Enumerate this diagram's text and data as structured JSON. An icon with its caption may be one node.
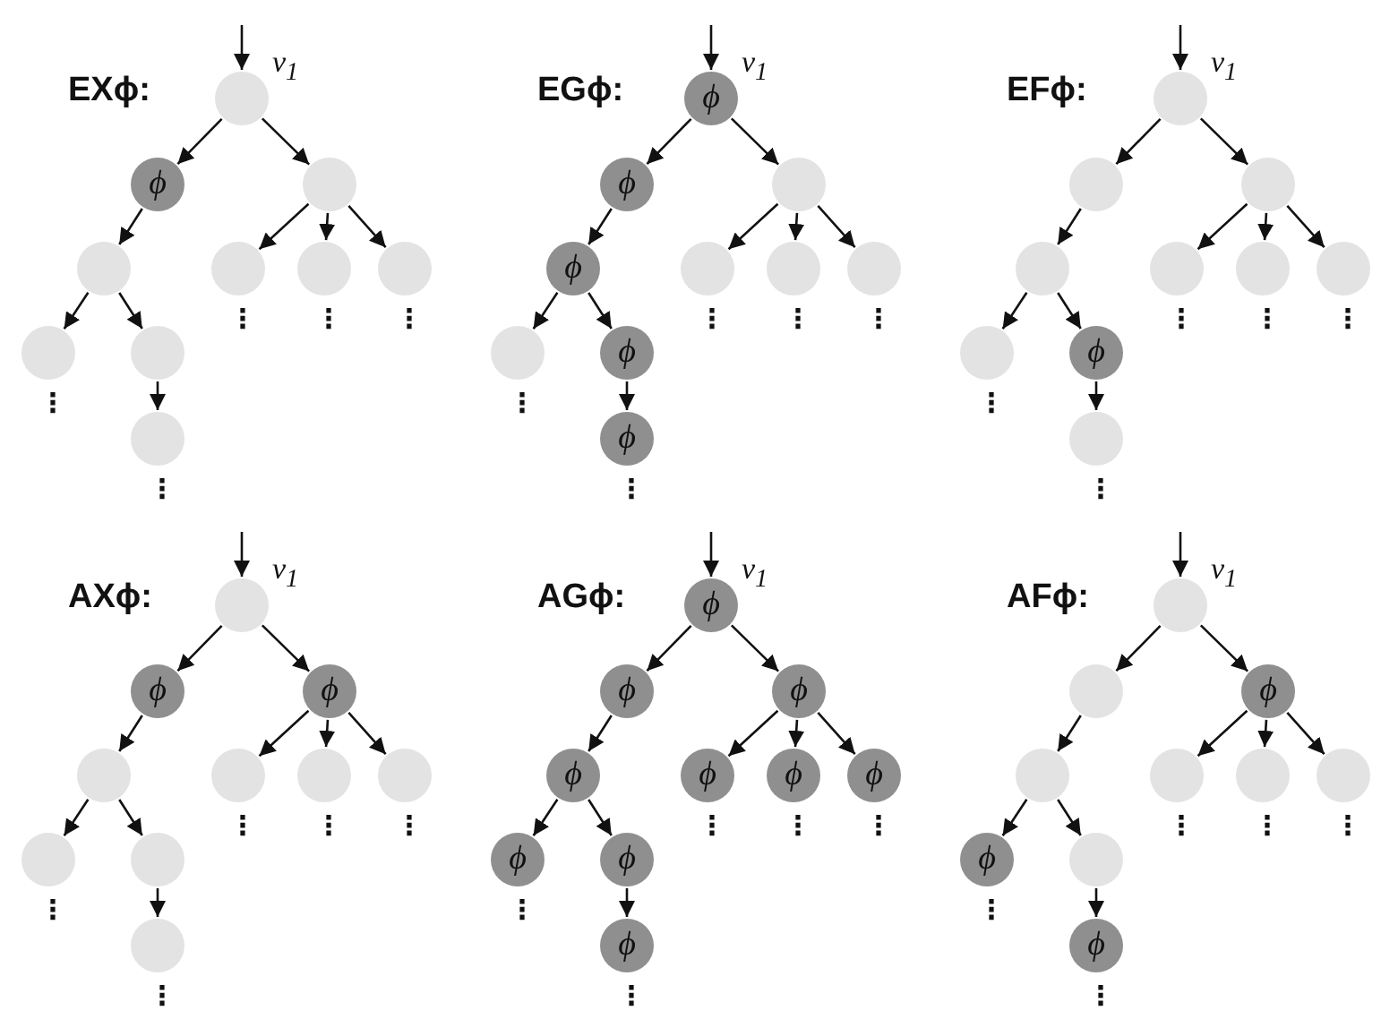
{
  "diagram": {
    "nodes": [
      {
        "text": [],
        "shape": "circle",
        "beside": [
          "ν$_{1}$"
        ]
      },
      {
        "text": [
          "ϕ"
        ]
      },
      {
        "text": [],
        "shape": "circle"
      },
      {
        "text": [],
        "shape": "circle"
      },
      {
        "text": [],
        "shape": "circle",
        "beside": [
          "⋮"
        ]
      },
      {
        "text": [],
        "shape": "circle",
        "beside": [
          "⋮"
        ]
      },
      {
        "text": [],
        "shape": "circle",
        "beside": [
          "⋮"
        ]
      },
      {
        "text": [],
        "shape": "circle",
        "beside": [
          "⋮"
        ]
      },
      {
        "text": [],
        "shape": "circle"
      },
      {
        "text": [],
        "shape": "circle",
        "beside": [
          "⋮"
        ]
      },
      {
        "text": [
          "ϕ"
        ],
        "beside": [
          "ν$_{1}$"
        ]
      },
      {
        "text": [
          "ϕ"
        ]
      },
      {
        "text": [],
        "shape": "circle"
      },
      {
        "text": [
          "ϕ"
        ]
      },
      {
        "text": [],
        "shape": "circle",
        "beside": [
          "⋮"
        ]
      },
      {
        "text": [],
        "shape": "circle",
        "beside": [
          "⋮"
        ]
      },
      {
        "text": [],
        "shape": "circle",
        "beside": [
          "⋮"
        ]
      },
      {
        "text": [],
        "shape": "circle",
        "beside": [
          "⋮"
        ]
      },
      {
        "text": [
          "ϕ"
        ]
      },
      {
        "text": [
          "ϕ"
        ],
        "beside": [
          "⋮"
        ]
      },
      {
        "text": [],
        "shape": "circle",
        "beside": [
          "ν$_{1}$"
        ]
      },
      {
        "text": [],
        "shape": "circle"
      },
      {
        "text": [],
        "shape": "circle"
      },
      {
        "text": [],
        "shape": "circle"
      },
      {
        "text": [],
        "shape": "circle",
        "beside": [
          "⋮"
        ]
      },
      {
        "text": [],
        "shape": "circle",
        "beside": [
          "⋮"
        ]
      },
      {
        "text": [],
        "shape": "circle",
        "beside": [
          "⋮"
        ]
      },
      {
        "text": [],
        "shape": "circle",
        "beside": [
          "⋮"
        ]
      },
      {
        "text": [
          "ϕ"
        ]
      },
      {
        "text": [],
        "shape": "circle",
        "beside": [
          "⋮"
        ]
      },
      {
        "text": [],
        "shape": "circle",
        "beside": [
          "ν$_{1}$"
        ]
      },
      {
        "text": [
          "ϕ"
        ]
      },
      {
        "text": [
          "ϕ"
        ]
      },
      {
        "text": [],
        "shape": "circle"
      },
      {
        "text": [],
        "shape": "circle",
        "beside": [
          "⋮"
        ]
      },
      {
        "text": [],
        "shape": "circle",
        "beside": [
          "⋮"
        ]
      },
      {
        "text": [],
        "shape": "circle",
        "beside": [
          "⋮"
        ]
      },
      {
        "text": [],
        "shape": "circle",
        "beside": [
          "⋮"
        ]
      },
      {
        "text": [],
        "shape": "circle"
      },
      {
        "text": [],
        "shape": "circle",
        "beside": [
          "⋮"
        ]
      },
      {
        "text": [
          "ϕ"
        ],
        "beside": [
          "ν$_{1}$"
        ]
      },
      {
        "text": [
          "ϕ"
        ]
      },
      {
        "text": [
          "ϕ"
        ]
      },
      {
        "text": [
          "ϕ"
        ]
      },
      {
        "text": [
          "ϕ"
        ],
        "beside": [
          "⋮"
        ]
      },
      {
        "text": [
          "ϕ"
        ],
        "beside": [
          "⋮"
        ]
      },
      {
        "text": [
          "ϕ"
        ],
        "beside": [
          "⋮"
        ]
      },
      {
        "text": [
          "ϕ"
        ],
        "beside": [
          "⋮"
        ]
      },
      {
        "text": [
          "ϕ"
        ]
      },
      {
        "text": [
          "ϕ"
        ],
        "beside": [
          "⋮"
        ]
      },
      {
        "text": [],
        "shape": "circle",
        "beside": [
          "ν$_{1}$"
        ]
      },
      {
        "text": [],
        "shape": "circle"
      },
      {
        "text": [
          "ϕ"
        ]
      },
      {
        "text": [],
        "shape": "circle"
      },
      {
        "text": [],
        "shape": "circle",
        "beside": [
          "⋮"
        ]
      },
      {
        "text": [],
        "shape": "circle",
        "beside": [
          "⋮"
        ]
      },
      {
        "text": [],
        "shape": "circle",
        "beside": [
          "⋮"
        ]
      },
      {
        "text": [
          "ϕ"
        ],
        "beside": [
          "⋮"
        ]
      },
      {
        "text": [],
        "shape": "circle"
      },
      {
        "text": [
          "ϕ"
        ],
        "beside": [
          "⋮"
        ]
      }
    ],
    "edges": [
      {
        "from": null,
        "to": 0,
        "arrow": "to"
      },
      {
        "from": 0,
        "to": 1,
        "arrow": "to"
      },
      {
        "from": 0,
        "to": 2,
        "arrow": "to"
      },
      {
        "from": 1,
        "to": 3,
        "arrow": "to"
      },
      {
        "from": 2,
        "to": 4,
        "arrow": "to"
      },
      {
        "from": 2,
        "to": 5,
        "arrow": "to"
      },
      {
        "from": 2,
        "to": 6,
        "arrow": "to"
      },
      {
        "from": 3,
        "to": 7,
        "arrow": "to"
      },
      {
        "from": 3,
        "to": 8,
        "arrow": "to"
      },
      {
        "from": 8,
        "to": 9,
        "arrow": "to"
      },
      {
        "from": null,
        "to": 10,
        "arrow": "to"
      },
      {
        "from": 10,
        "to": 11,
        "arrow": "to"
      },
      {
        "from": 10,
        "to": 12,
        "arrow": "to"
      },
      {
        "from": 11,
        "to": 13,
        "arrow": "to"
      },
      {
        "from": 12,
        "to": 14,
        "arrow": "to"
      },
      {
        "from": 12,
        "to": 15,
        "arrow": "to"
      },
      {
        "from": 12,
        "to": 16,
        "arrow": "to"
      },
      {
        "from": 13,
        "to": 17,
        "arrow": "to"
      },
      {
        "from": 13,
        "to": 18,
        "arrow": "to"
      },
      {
        "from": 18,
        "to": 19,
        "arrow": "to"
      },
      {
        "from": null,
        "to": 20,
        "arrow": "to"
      },
      {
        "from": 20,
        "to": 21,
        "arrow": "to"
      },
      {
        "from": 20,
        "to": 22,
        "arrow": "to"
      },
      {
        "from": 21,
        "to": 23,
        "arrow": "to"
      },
      {
        "from": 22,
        "to": 24,
        "arrow": "to"
      },
      {
        "from": 22,
        "to": 25,
        "arrow": "to"
      },
      {
        "from": 22,
        "to": 26,
        "arrow": "to"
      },
      {
        "from": 23,
        "to": 27,
        "arrow": "to"
      },
      {
        "from": 23,
        "to": 28,
        "arrow": "to"
      },
      {
        "from": 28,
        "to": 29,
        "arrow": "to"
      },
      {
        "from": null,
        "to": 30,
        "arrow": "to"
      },
      {
        "from": 30,
        "to": 31,
        "arrow": "to"
      },
      {
        "from": 30,
        "to": 32,
        "arrow": "to"
      },
      {
        "from": 31,
        "to": 33,
        "arrow": "to"
      },
      {
        "from": 32,
        "to": 34,
        "arrow": "to"
      },
      {
        "from": 32,
        "to": 35,
        "arrow": "to"
      },
      {
        "from": 32,
        "to": 36,
        "arrow": "to"
      },
      {
        "from": 33,
        "to": 37,
        "arrow": "to"
      },
      {
        "from": 33,
        "to": 38,
        "arrow": "to"
      },
      {
        "from": 38,
        "to": 39,
        "arrow": "to"
      },
      {
        "from": null,
        "to": 40,
        "arrow": "to"
      },
      {
        "from": 40,
        "to": 41,
        "arrow": "to"
      },
      {
        "from": 40,
        "to": 42,
        "arrow": "to"
      },
      {
        "from": 41,
        "to": 43,
        "arrow": "to"
      },
      {
        "from": 42,
        "to": 44,
        "arrow": "to"
      },
      {
        "from": 42,
        "to": 45,
        "arrow": "to"
      },
      {
        "from": 42,
        "to": 46,
        "arrow": "to"
      },
      {
        "from": 43,
        "to": 47,
        "arrow": "to"
      },
      {
        "from": 43,
        "to": 48,
        "arrow": "to"
      },
      {
        "from": 48,
        "to": 49,
        "arrow": "to"
      },
      {
        "from": null,
        "to": 50,
        "arrow": "to"
      },
      {
        "from": 50,
        "to": 51,
        "arrow": "to"
      },
      {
        "from": 50,
        "to": 52,
        "arrow": "to"
      },
      {
        "from": 51,
        "to": 53,
        "arrow": "to"
      },
      {
        "from": 52,
        "to": 54,
        "arrow": "to"
      },
      {
        "from": 52,
        "to": 55,
        "arrow": "to"
      },
      {
        "from": 52,
        "to": 56,
        "arrow": "to"
      },
      {
        "from": 53,
        "to": 57,
        "arrow": "to"
      },
      {
        "from": 53,
        "to": 58,
        "arrow": "to"
      },
      {
        "from": 58,
        "to": 59,
        "arrow": "to"
      }
    ],
    "labels": [
      "EXϕ:",
      "EGϕ:",
      "EFϕ:",
      "AXϕ:",
      "AGϕ:",
      "AFϕ:"
    ]
  }
}
